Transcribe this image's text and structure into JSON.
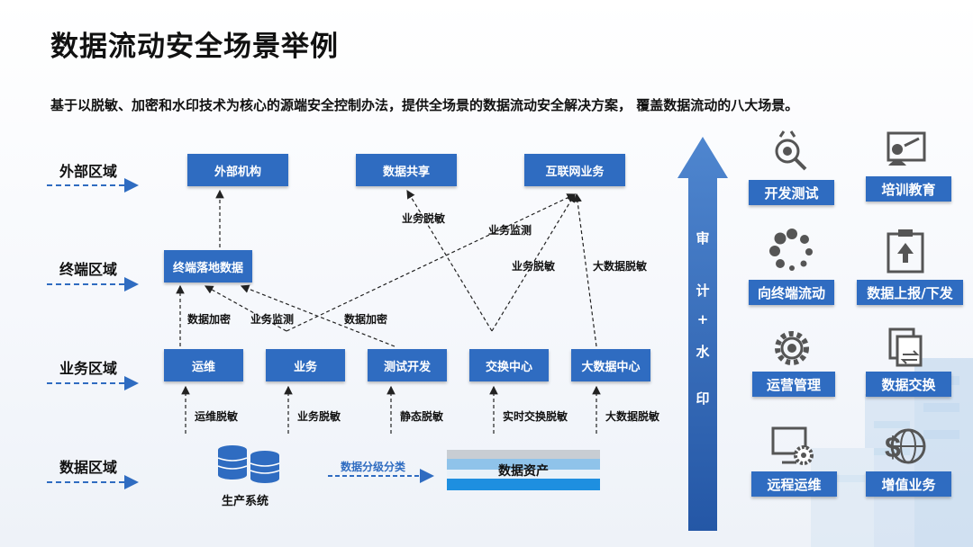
{
  "title": "数据流动安全场景举例",
  "subtitle": "基于以脱敏、加密和水印技术为核心的源端安全控制办法，提供全场景的数据流动安全解决方案， 覆盖数据流动的八大场景。",
  "zones": [
    "外部区域",
    "终端区域",
    "业务区域",
    "数据区域"
  ],
  "external_boxes": [
    "外部机构",
    "数据共享",
    "互联网业务"
  ],
  "terminal_box": "终端落地数据",
  "business_boxes": [
    "运维",
    "业务",
    "测试开发",
    "交换中心",
    "大数据中心"
  ],
  "arrow_labels": {
    "business_masking": "业务脱敏",
    "business_monitor_top": "业务监测",
    "business_masking_right": "业务脱敏",
    "bigdata_masking_top": "大数据脱敏",
    "data_encrypt_left": "数据加密",
    "business_monitor_left": "业务监测",
    "data_encrypt_right": "数据加密"
  },
  "bottom_labels": [
    "运维脱敏",
    "业务脱敏",
    "静态脱敏",
    "实时交换脱敏",
    "大数据脱敏"
  ],
  "production_system": "生产系统",
  "classification": "数据分级分类",
  "data_asset": "数据资产",
  "audit_arrow_text": [
    "审",
    "计",
    "+",
    "水",
    "印"
  ],
  "scenarios": [
    "开发测试",
    "培训教育",
    "向终端流动",
    "数据上报/下发",
    "运营管理",
    "数据交换",
    "远程运维",
    "增值业务"
  ],
  "colors": {
    "box": "#2f6cc1",
    "arrow_dash": "#2f6cc1",
    "audit_arrow": "#2f6cc1"
  }
}
